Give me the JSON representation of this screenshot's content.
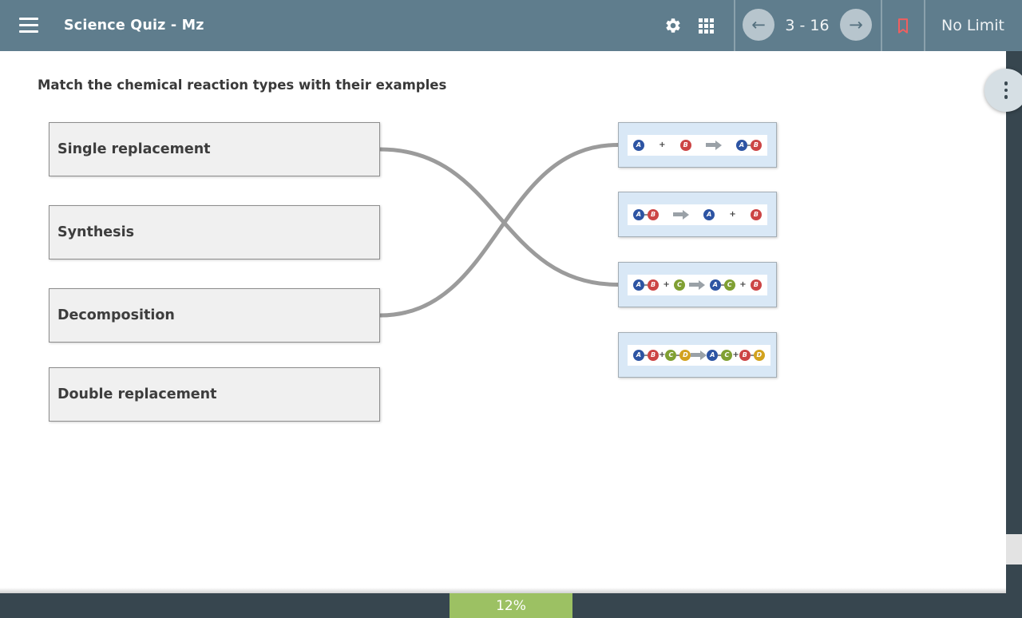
{
  "header": {
    "title": "Science Quiz - Mz",
    "nav_counter": "3 - 16",
    "prev_icon": "←",
    "next_icon": "→",
    "timer_label": "No Limit",
    "icons": [
      "menu-icon",
      "gear-icon",
      "grid-icon",
      "prev-arrow-icon",
      "next-arrow-icon",
      "bookmark-icon",
      "more-vertical-icon"
    ]
  },
  "question": {
    "prompt": "Match the chemical reaction types with their examples"
  },
  "left_items": [
    {
      "label": "Single replacement"
    },
    {
      "label": "Synthesis"
    },
    {
      "label": "Decomposition"
    },
    {
      "label": "Double replacement"
    }
  ],
  "right_items": [
    {
      "name": "synthesis-example",
      "tokens": [
        [
          "A"
        ],
        "+",
        [
          "B"
        ],
        "->",
        [
          "A",
          "B"
        ]
      ]
    },
    {
      "name": "decomposition-example",
      "tokens": [
        [
          "A",
          "B"
        ],
        "->",
        [
          "A"
        ],
        "+",
        [
          "B"
        ]
      ]
    },
    {
      "name": "single-replacement-example",
      "tokens": [
        [
          "A",
          "B"
        ],
        "+",
        [
          "C"
        ],
        "->",
        [
          "A",
          "C"
        ],
        "+",
        [
          "B"
        ]
      ]
    },
    {
      "name": "double-replacement-example",
      "tokens": [
        [
          "A",
          "B"
        ],
        "+",
        [
          "C",
          "D"
        ],
        "->",
        [
          "A",
          "C"
        ],
        "+",
        [
          "B",
          "D"
        ]
      ]
    }
  ],
  "connections": [
    {
      "from": 0,
      "to": 2
    },
    {
      "from": 2,
      "to": 0
    }
  ],
  "progress": {
    "percent": 12,
    "percent_label": "12%"
  },
  "colors": {
    "header": "#5f7d8d",
    "dark_chrome": "#37464f",
    "progress_green": "#9cc163",
    "bookmark_red": "#f15f5f",
    "connection_line": "#9b9b9b",
    "left_box_bg": "#f0f0f0",
    "right_box_bg": "#d9e8f6",
    "atom_A": "#2d54a3",
    "atom_B": "#cc4545",
    "atom_C": "#80a033",
    "atom_D": "#d2a21e"
  }
}
